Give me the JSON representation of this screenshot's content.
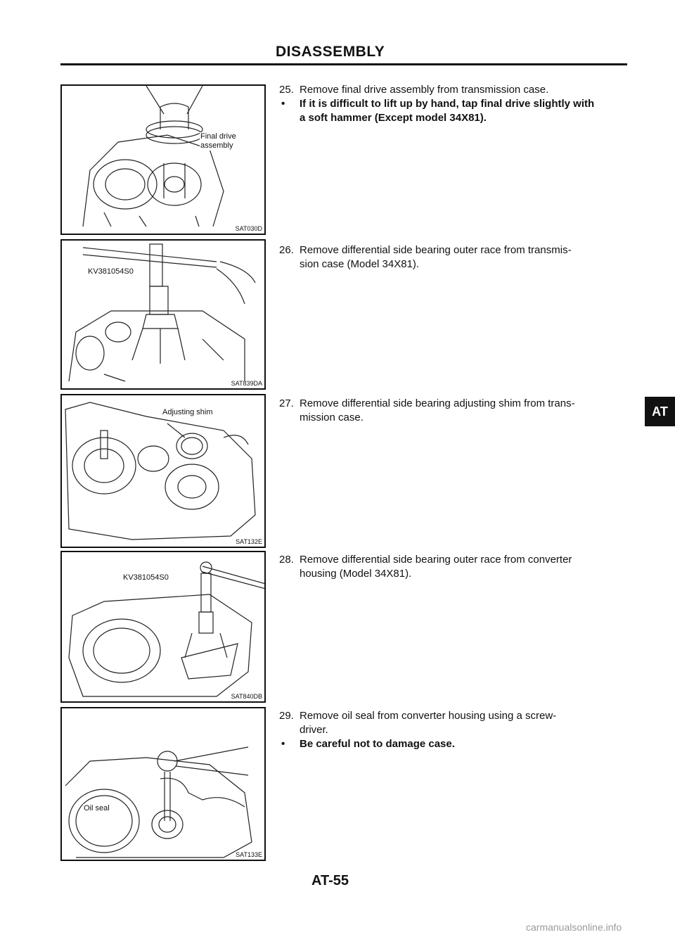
{
  "page": {
    "title": "DISASSEMBLY",
    "page_number": "AT-55",
    "section_tab": "AT",
    "watermark": "carmanualsonline.info"
  },
  "figures": [
    {
      "code": "SAT030D",
      "labels": [
        "Final drive\nassembly"
      ]
    },
    {
      "code": "SAT839DA",
      "labels": [
        "KV381054S0"
      ]
    },
    {
      "code": "SAT132E",
      "labels": [
        "Adjusting shim"
      ]
    },
    {
      "code": "SAT840DB",
      "labels": [
        "KV381054S0"
      ]
    },
    {
      "code": "SAT133E",
      "labels": [
        "Oil seal"
      ]
    }
  ],
  "steps": [
    {
      "num": "25.",
      "lines": [
        "Remove final drive assembly from transmission case."
      ],
      "bullets": [
        [
          "If it is difficult to lift up by hand, tap final drive slightly with",
          "a soft hammer (Except model 34X81)."
        ]
      ]
    },
    {
      "num": "26.",
      "lines": [
        "Remove differential side bearing outer race from transmis-",
        "sion case (Model 34X81)."
      ],
      "bullets": []
    },
    {
      "num": "27.",
      "lines": [
        "Remove differential side bearing adjusting shim from trans-",
        "mission case."
      ],
      "bullets": []
    },
    {
      "num": "28.",
      "lines": [
        "Remove differential side bearing outer race from converter",
        "housing (Model 34X81)."
      ],
      "bullets": []
    },
    {
      "num": "29.",
      "lines": [
        "Remove oil seal from converter housing using a screw-",
        "driver."
      ],
      "bullets": [
        [
          "Be careful not to damage case."
        ]
      ]
    }
  ]
}
